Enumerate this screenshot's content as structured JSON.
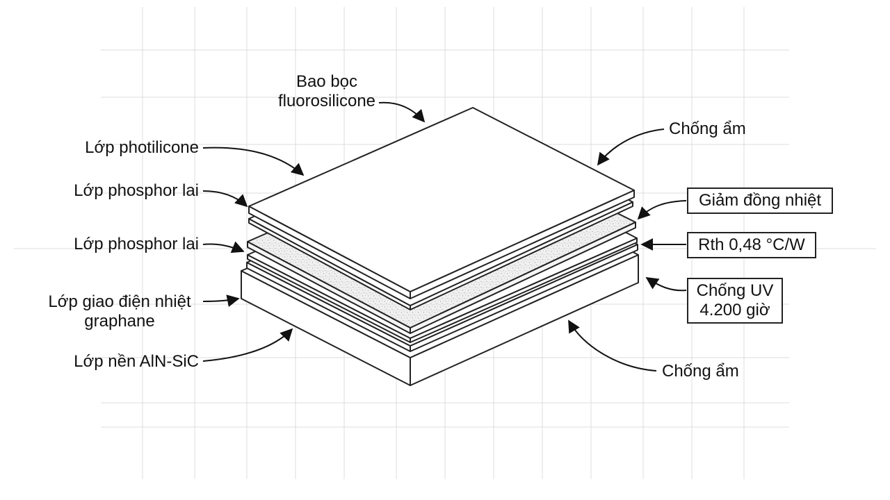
{
  "labels": {
    "encapsulation": [
      "Bao bọc",
      "fluorosilicone"
    ],
    "photosilicone": "Lớp photilicone",
    "phosphor_1": "Lớp phosphor lai",
    "phosphor_2": "Lớp phosphor lai",
    "thermal_interface": [
      "Lớp giao điện nhiệt",
      "graphane"
    ],
    "substrate": "Lớp nền AlN-SiC",
    "moisture_top": "Chống ẩm",
    "moisture_bottom": "Chống ẩm"
  },
  "callouts": {
    "heat_reduction": "Giảm đồng nhiệt",
    "thermal_resistance": "Rth 0,48 °C/W",
    "uv_resistance": [
      "Chống UV",
      "4.200 giờ"
    ]
  },
  "colors": {
    "line": "#222222",
    "grid": "#d9d9d9",
    "background": "#ffffff",
    "phosphor_fill": "#ececec"
  }
}
